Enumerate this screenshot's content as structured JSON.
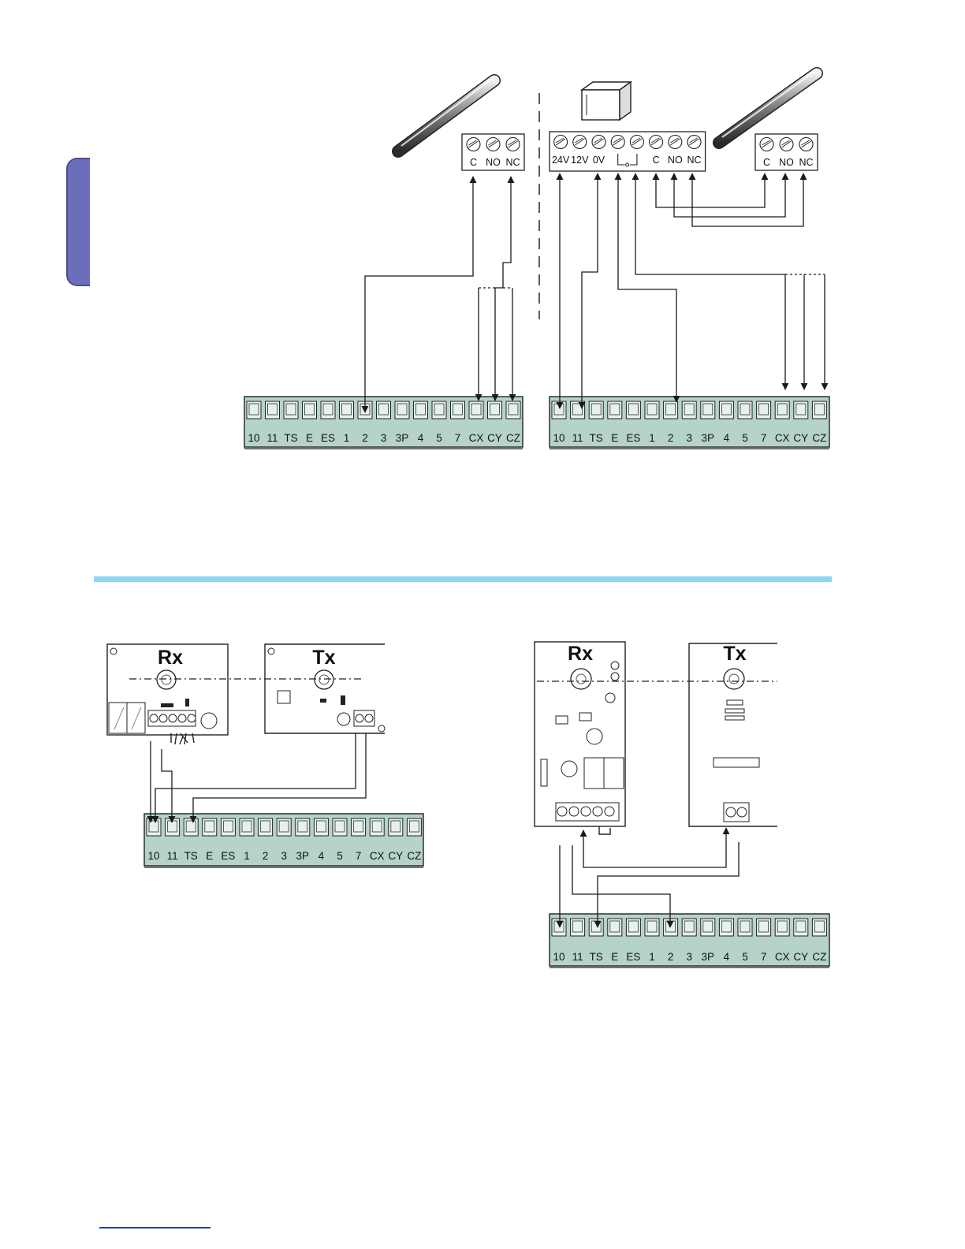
{
  "terminals": [
    "10",
    "11",
    "TS",
    "E",
    "ES",
    "1",
    "2",
    "3",
    "3P",
    "4",
    "5",
    "7",
    "CX",
    "CY",
    "CZ"
  ],
  "contacts": [
    "C",
    "NO",
    "NC"
  ],
  "power_block": [
    "24V",
    "12V",
    "0V",
    "",
    "",
    "C",
    "NO",
    "NC"
  ],
  "rx_label": "Rx",
  "tx_label": "Tx",
  "colors": {
    "terminal_fill": "#b5d3cb",
    "terminal_inner": "#e6f1ee",
    "line": "#1a1a1a",
    "tab": "#6b6fb9",
    "separator": "#8fd6f4",
    "footer": "#2b3fa0"
  }
}
